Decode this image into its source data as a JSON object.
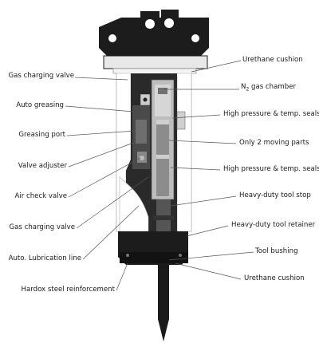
{
  "labels_left": [
    "Gas charging valve",
    "Auto greasing",
    "Greasing port",
    "Valve adjuster",
    "Air check valve",
    "Gas charging valve",
    "Auto. Lubrication line",
    "Hardox steel reinforcement"
  ],
  "labels_right": [
    "Urethane cushion",
    "N",
    "2",
    " gas chamber",
    "High pressure & temp. seals",
    "Only 2 moving parts",
    "High pressure & temp. seals",
    "Heavy-duty tool stop",
    "Heavy-duty tool retainer",
    "Tool bushing",
    "Urethane cushion"
  ],
  "colors": {
    "body": "#f4f4f4",
    "dark": "#1c1c1c",
    "steel": "#9a9a9a",
    "leader": "#555555"
  }
}
